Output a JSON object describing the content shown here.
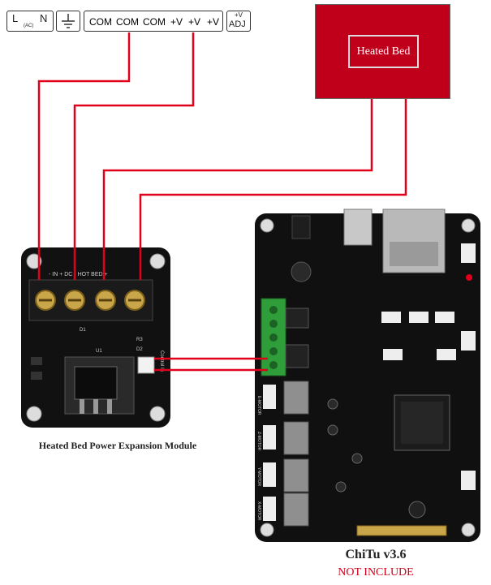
{
  "power_strip": {
    "line_label": "L",
    "ac_label": "(AC)",
    "neutral_label": "N",
    "ground_icon": "ground-icon",
    "terminals": [
      "COM",
      "COM",
      "COM",
      "+V",
      "+V",
      "+V"
    ],
    "adj_top": "+V",
    "adj_bottom": "ADJ"
  },
  "heated_bed": {
    "label": "Heated Bed",
    "color": "#c0001a"
  },
  "power_module": {
    "caption": "Heated Bed Power Expansion Module",
    "silk_top": "- IN + DC  -  HOT BED +",
    "silk_control": "Control In",
    "silk_d1": "D1",
    "silk_u1": "U1",
    "silk_r3": "R3",
    "silk_d2": "D2"
  },
  "board": {
    "name": "ChiTu v3.6",
    "note": "NOT INCLUDE",
    "note_color": "#d0001a",
    "motor_labels": [
      "E-MOTOR",
      "Z-MOTOR",
      "Y-MOTOR",
      "X-MOTOR"
    ]
  },
  "wire_color": "#e0001a"
}
